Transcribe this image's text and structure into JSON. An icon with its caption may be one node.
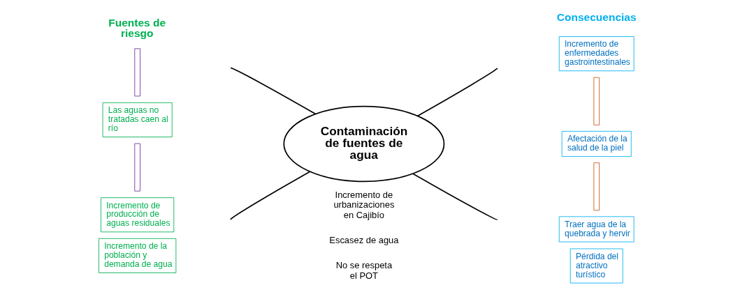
{
  "diagram": {
    "nodes": [
      {
        "text": [],
        "shape": "bar"
      },
      {
        "text": [
          "Las aguas no tratadas caen al río"
        ]
      },
      {
        "text": [],
        "shape": "bar"
      },
      {
        "text": [
          "Incremento de producción de aguas residuales"
        ]
      },
      {
        "text": [
          "Incremento de la población y demanda de agua"
        ]
      },
      {
        "text": [
          "Contaminación de fuentes de agua"
        ]
      },
      {
        "text": [
          "Incremento de enfermedades gastrointestinales"
        ]
      },
      {
        "text": [],
        "shape": "bar"
      },
      {
        "text": [
          "Afectación de la salud de la piel"
        ]
      },
      {
        "text": [],
        "shape": "bar"
      },
      {
        "text": [
          "Traer agua de la quebrada y hervir"
        ]
      },
      {
        "text": [
          "Pérdida del atractivo turístico"
        ]
      }
    ],
    "edges": [
      {
        "from": 5,
        "to": null,
        "arrow": "none"
      },
      {
        "from": 5,
        "to": null,
        "arrow": "none"
      },
      {
        "from": 5,
        "to": null,
        "arrow": "none"
      },
      {
        "from": 5,
        "to": null,
        "arrow": "none"
      }
    ],
    "labels": [
      "Fuentes de riesgo",
      "Consecuencias",
      "Incremento de urbanizaciones en Cajibío",
      "Escasez de agua",
      "No se respeta el POT"
    ]
  }
}
